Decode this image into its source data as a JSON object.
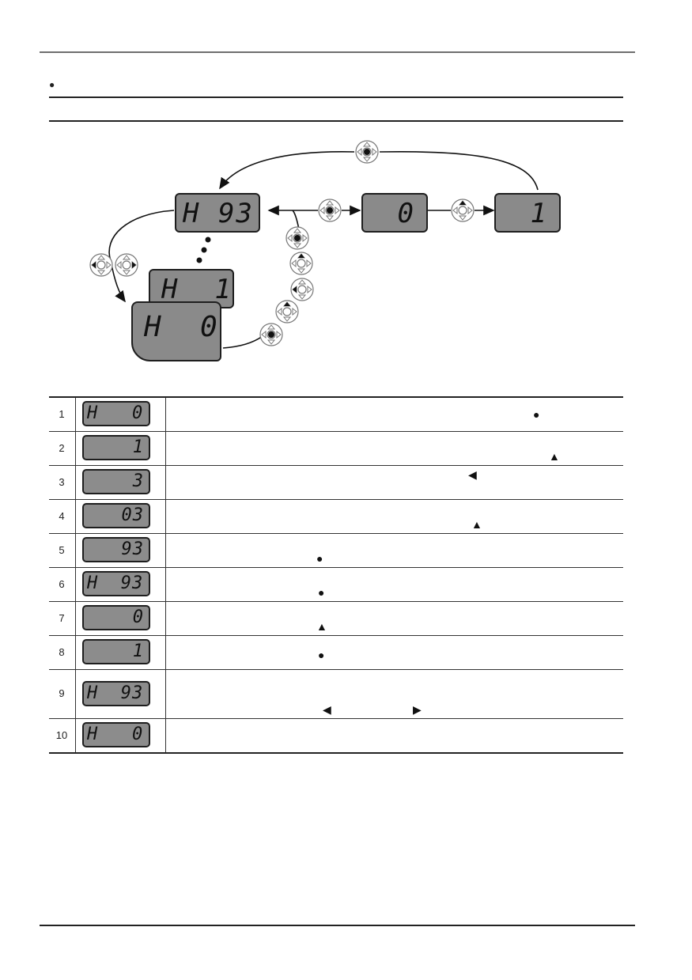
{
  "header": {
    "bullet": "●"
  },
  "diagram": {
    "display_h93": "H 93",
    "display_value0": "0",
    "display_value1": "1",
    "display_h1": "H  1",
    "display_h0": "H  0"
  },
  "table": {
    "rows": [
      {
        "num": "1",
        "display": "H   0",
        "symbol": "●"
      },
      {
        "num": "2",
        "display": "1",
        "symbol": "▲"
      },
      {
        "num": "3",
        "display": "3",
        "symbol": "◀"
      },
      {
        "num": "4",
        "display": "03",
        "symbol": "▲"
      },
      {
        "num": "5",
        "display": "93",
        "symbol": "●"
      },
      {
        "num": "6",
        "display": "H  93",
        "symbol": "●"
      },
      {
        "num": "7",
        "display": "0",
        "symbol": "▲"
      },
      {
        "num": "8",
        "display": "1",
        "symbol": "●"
      },
      {
        "num": "9",
        "display": "H  93",
        "symbol": "◀",
        "symbol2": "▶"
      },
      {
        "num": "10",
        "display": "H   0"
      }
    ]
  }
}
